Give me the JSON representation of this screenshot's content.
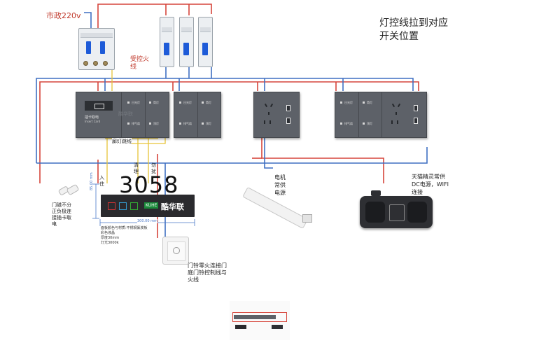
{
  "labels": {
    "power_source": "市政220v",
    "controlled_live": "受控火线",
    "note_title": "灯控线拉到对应开关位置",
    "bypass": "廊灯跳线",
    "live_in": "入住",
    "clean": "清理",
    "dnd": "勿扰",
    "magnet": "门磁不分正负极连接插卡取电",
    "motor_power": "电机常供电源",
    "tmall": "天猫精灵常供DC电源，WIFI连接",
    "doorbell": "门铃零火连接门庭门铃控制线与火线"
  },
  "card_switch": {
    "line1": "插卡取电",
    "line2": "Insert Card"
  },
  "keys": {
    "k1": "日光灯",
    "k2": "筒灯",
    "k3": "排气扇",
    "k4": "顶灯"
  },
  "doorplate": {
    "number": "3058",
    "brand": "酷华联",
    "brand_logo": "KUHE",
    "width_dim": "300.00 mm",
    "height_dim": "85.00 mm",
    "spec_lines": [
      "面板颜色与材质:不锈钢氟炭板",
      "彩色液晶",
      "厚度30mm",
      "灯光3000k"
    ]
  },
  "watermark": "酷华联",
  "colors": {
    "red_wire": "#d6453b",
    "blue_wire": "#3f6fc2",
    "yellow_wire": "#e6c437",
    "panel": "#5d6168",
    "dim_line": "#4a78c8"
  },
  "icons": [
    "breaker-icon",
    "card-switch-icon",
    "socket-icon",
    "usb-port-icon",
    "magnet-sensor-icon",
    "curtain-motor-icon",
    "smart-speaker-icon",
    "doorbell-icon",
    "doorplate-icon"
  ]
}
